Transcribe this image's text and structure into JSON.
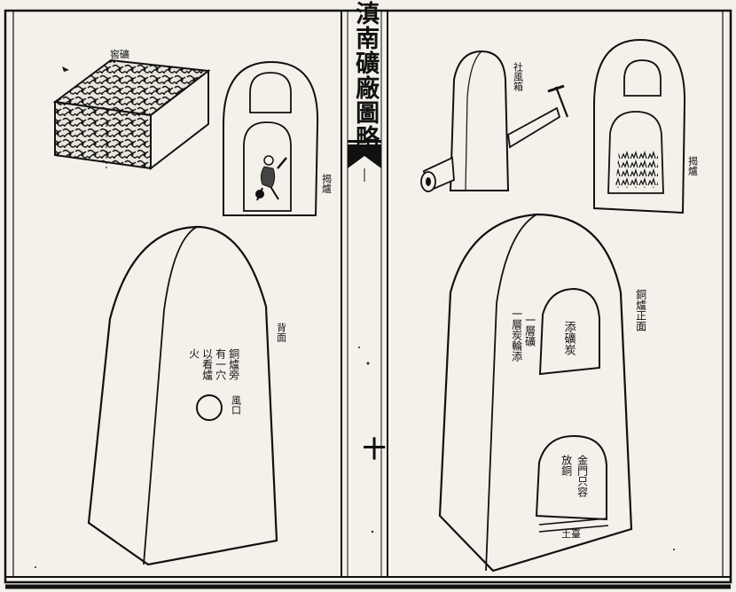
{
  "book": {
    "spine_title": "滇南礦廠圖略",
    "folio": "十"
  },
  "left_page": {
    "ore_label": "窖礦",
    "small_furnace_label": "揭爐",
    "back_furnace_label": "背面",
    "back_notes": [
      "銅爐旁",
      "有一穴",
      "以看爐",
      "火"
    ],
    "vent_label": "風口"
  },
  "right_page": {
    "bellows_label": "社風箱",
    "small_furnace_label": "揭爐",
    "front_furnace_label": "銅爐正面",
    "top_opening_label": "添礦炭",
    "side_note": [
      "一層礦",
      "一層炭輪添"
    ],
    "bottom_notes": [
      "金門只容",
      "放銅"
    ],
    "base_label": "土臺"
  },
  "colors": {
    "paper": "#f3f1ea",
    "ink": "#111111"
  }
}
